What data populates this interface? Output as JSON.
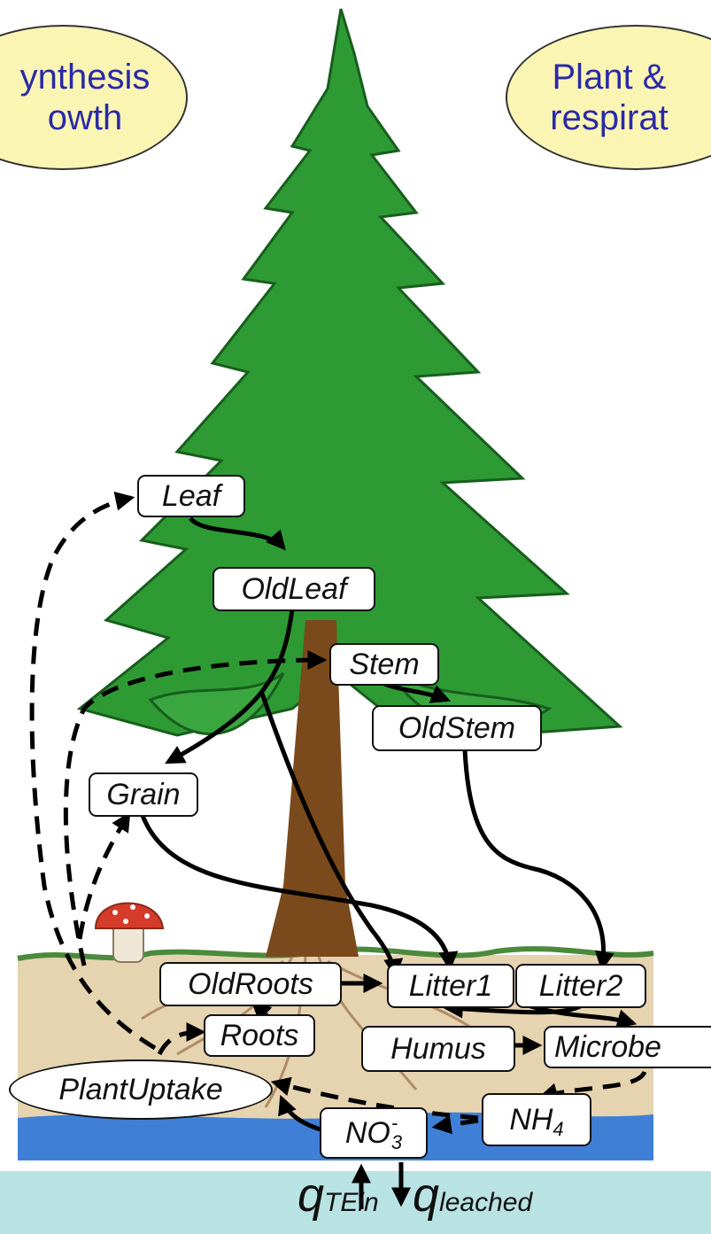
{
  "bubbles": {
    "left_line1": "ynthesis",
    "left_line2": "owth",
    "right_line1": "Plant &",
    "right_line2": "respirat"
  },
  "nodes": {
    "leaf": "Leaf",
    "oldleaf": "OldLeaf",
    "stem": "Stem",
    "oldstem": "OldStem",
    "grain": "Grain",
    "oldroots": "OldRoots",
    "roots": "Roots",
    "litter1": "Litter1",
    "litter2": "Litter2",
    "humus": "Humus",
    "microbe": "Microbe",
    "plantuptake": "PlantUptake",
    "no3_base": "NO",
    "no3_sub": "3",
    "no3_sup": "-",
    "nh4_base": "NH",
    "nh4_sub": "4"
  },
  "fluxes": {
    "q_in_base": "q",
    "q_in_sub": "TEin",
    "q_out_base": "q",
    "q_out_sub": "leached"
  },
  "colors": {
    "bubble_fill": "#fbf5b4",
    "bubble_text": "#2a2aa8",
    "tree_green": "#2e9a34",
    "trunk": "#7a4a1c",
    "soil": "#e6d3b0",
    "water": "#3f7fd6",
    "bottom_band": "#b9e2e2"
  }
}
